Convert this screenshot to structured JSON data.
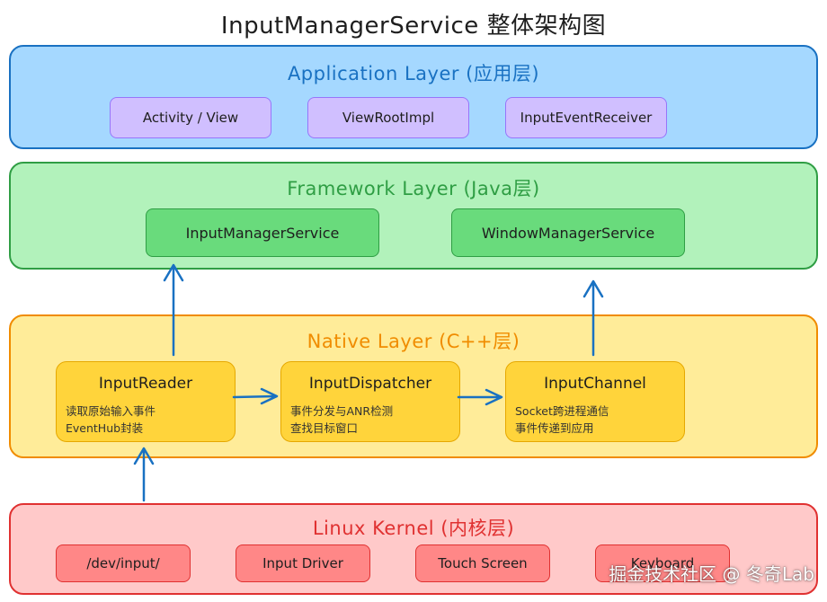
{
  "title": "InputManagerService 整体架构图",
  "layers": {
    "application": {
      "title": "Application Layer (应用层)",
      "boxes": [
        "Activity / View",
        "ViewRootImpl",
        "InputEventReceiver"
      ]
    },
    "framework": {
      "title": "Framework Layer (Java层)",
      "boxes": [
        "InputManagerService",
        "WindowManagerService"
      ]
    },
    "native": {
      "title": "Native Layer (C++层)",
      "boxes": [
        {
          "name": "InputReader",
          "desc": [
            "读取原始输入事件",
            "EventHub封装"
          ]
        },
        {
          "name": "InputDispatcher",
          "desc": [
            "事件分发与ANR检测",
            "查找目标窗口"
          ]
        },
        {
          "name": "InputChannel",
          "desc": [
            "Socket跨进程通信",
            "事件传递到应用"
          ]
        }
      ]
    },
    "kernel": {
      "title": "Linux Kernel (内核层)",
      "boxes": [
        "/dev/input/",
        "Input Driver",
        "Touch Screen",
        "Keyboard"
      ]
    }
  },
  "watermark": "掘金技术社区 @ 冬奇Lab",
  "colors": {
    "application_fill": "#a5d8ff",
    "application_stroke": "#1971c2",
    "framework_fill": "#b2f2bb",
    "framework_stroke": "#2f9e44",
    "native_fill": "#ffec99",
    "native_stroke": "#f08c00",
    "kernel_fill": "#ffc9c9",
    "kernel_stroke": "#e03131",
    "arrow": "#1971c2"
  }
}
